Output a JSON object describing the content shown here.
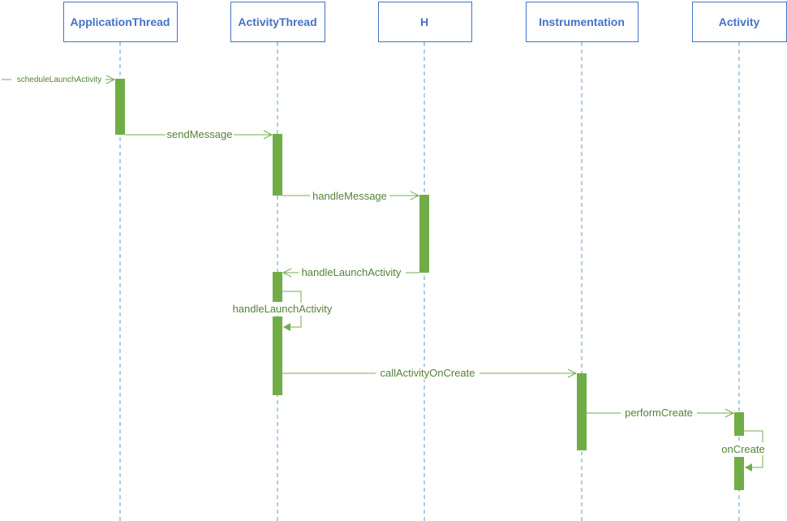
{
  "diagram": {
    "lifelines": [
      {
        "id": "application-thread",
        "label": "ApplicationThread"
      },
      {
        "id": "activity-thread",
        "label": "ActivityThread"
      },
      {
        "id": "h",
        "label": "H"
      },
      {
        "id": "instrumentation",
        "label": "Instrumentation"
      },
      {
        "id": "activity",
        "label": "Activity"
      }
    ],
    "messages": [
      {
        "id": "schedule-launch-activity",
        "label": "scheduleLaunchActivity",
        "from": "external",
        "to": "application-thread"
      },
      {
        "id": "send-message",
        "label": "sendMessage",
        "from": "application-thread",
        "to": "activity-thread"
      },
      {
        "id": "handle-message",
        "label": "handleMessage",
        "from": "activity-thread",
        "to": "h"
      },
      {
        "id": "handle-launch-activity-return",
        "label": "handleLaunchActivity",
        "from": "h",
        "to": "activity-thread"
      },
      {
        "id": "handle-launch-activity-self",
        "label": "handleLaunchActivity",
        "from": "activity-thread",
        "to": "activity-thread"
      },
      {
        "id": "call-activity-on-create",
        "label": "callActivityOnCreate",
        "from": "activity-thread",
        "to": "instrumentation"
      },
      {
        "id": "perform-create",
        "label": "performCreate",
        "from": "instrumentation",
        "to": "activity"
      },
      {
        "id": "on-create",
        "label": "onCreate",
        "from": "activity",
        "to": "activity"
      }
    ],
    "colors": {
      "lifeline_border": "#4472c4",
      "lifeline_text": "#4472c4",
      "lifeline_dash": "#5b9bd5",
      "activation": "#70ad47",
      "message": "#70ad47",
      "message_text": "#548235"
    }
  }
}
